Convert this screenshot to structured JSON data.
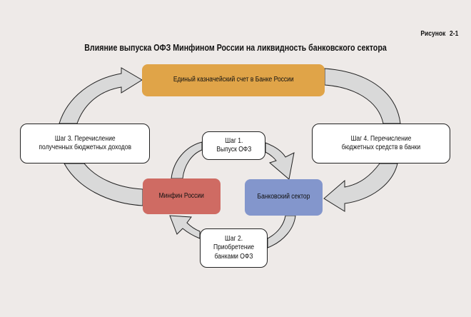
{
  "figure_label": "Рисунок  2-1",
  "title": "Влияние выпуска ОФЗ Минфином России на ликвидность банковского сектора",
  "nodes": {
    "treasury": "Единый казначейский счет в Банке России",
    "minfin": "Минфин России",
    "banks": "Банковский сектор"
  },
  "steps": {
    "step1": "Шаг 1.\nВыпуск ОФЗ",
    "step2": "Шаг 2.\nПриобретение\nбанками ОФЗ",
    "step3": "Шаг 3. Перечисление\nполученных бюджетных доходов",
    "step4": "Шаг 4. Перечисление\nбюджетных средств в банки"
  },
  "colors": {
    "background": "#eeeae8",
    "treasury": "#e0a448",
    "minfin": "#cf6b63",
    "banks": "#8396cc",
    "arrow_fill": "#d9d9d9",
    "arrow_stroke": "#222222"
  }
}
